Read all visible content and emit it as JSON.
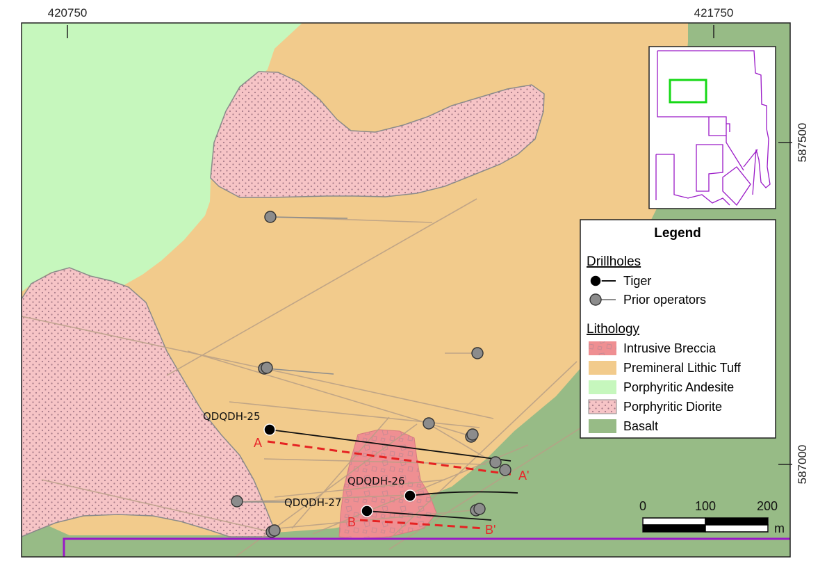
{
  "map": {
    "grid": {
      "easting_labels": [
        "420750",
        "421750"
      ],
      "northing_labels": [
        "587500",
        "587000"
      ]
    },
    "lithology_colors": {
      "intrusive_breccia": "#ef8f92",
      "premineral_lithic_tuff": "#f2cb8c",
      "porphyritic_andesite": "#c6f7bd",
      "porphyritic_diorite": "#f6c4c6",
      "basalt": "#97bb86"
    },
    "drillholes_tiger": [
      {
        "label": "QDQDH-25"
      },
      {
        "label": "QDQDH-26"
      },
      {
        "label": "QDQDH-27"
      }
    ],
    "sections": [
      {
        "start": "A",
        "end": "A'"
      },
      {
        "start": "B",
        "end": "B'"
      }
    ],
    "scale_bar": {
      "ticks": [
        "0",
        "100",
        "200"
      ],
      "unit": "m"
    }
  },
  "inset": {
    "outline_color": "#9a19c7",
    "highlight_color": "#16d816"
  },
  "legend": {
    "title": "Legend",
    "drillholes_heading": "Drillholes",
    "drillhole_items": [
      {
        "label": "Tiger",
        "icon": "black-circle"
      },
      {
        "label": "Prior operators",
        "icon": "gray-circle"
      }
    ],
    "lithology_heading": "Lithology",
    "lithology_items": [
      {
        "label": "Intrusive Breccia",
        "color": "#ef8f92"
      },
      {
        "label": "Premineral Lithic Tuff",
        "color": "#f2cb8c"
      },
      {
        "label": "Porphyritic Andesite",
        "color": "#c6f7bd"
      },
      {
        "label": "Porphyritic Diorite",
        "color": "#f6c4c6"
      },
      {
        "label": "Basalt",
        "color": "#97bb86"
      }
    ]
  }
}
